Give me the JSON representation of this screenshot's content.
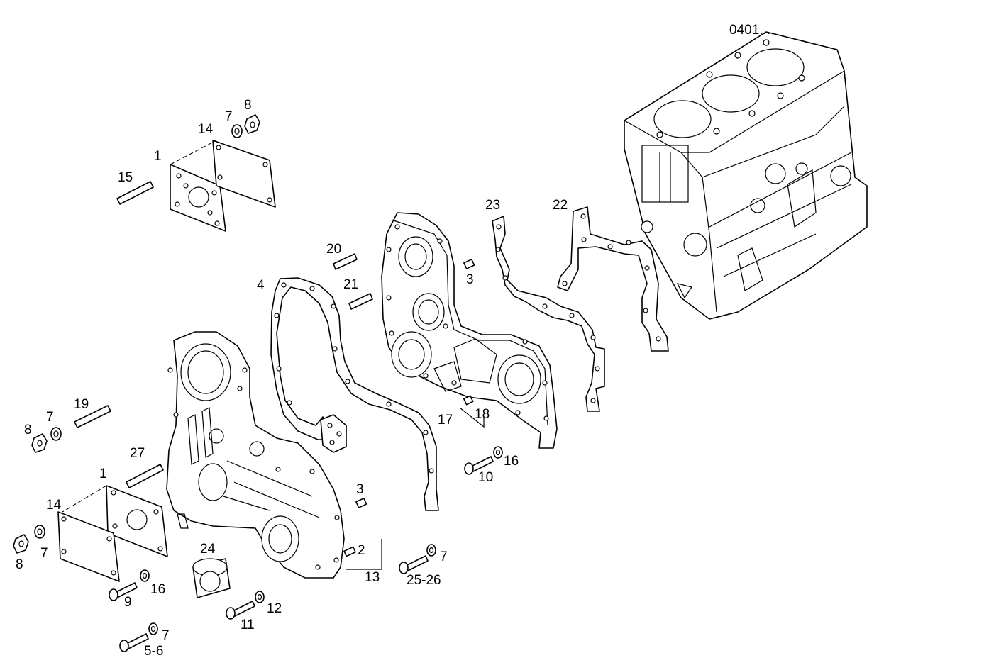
{
  "diagram": {
    "ref": "0401....",
    "callouts": [
      "1",
      "14",
      "7",
      "8",
      "15",
      "20",
      "21",
      "3",
      "4",
      "23",
      "22",
      "19",
      "27",
      "2",
      "13",
      "24",
      "9",
      "16",
      "11",
      "12",
      "10",
      "17",
      "18",
      "25-26",
      "5-6"
    ]
  }
}
